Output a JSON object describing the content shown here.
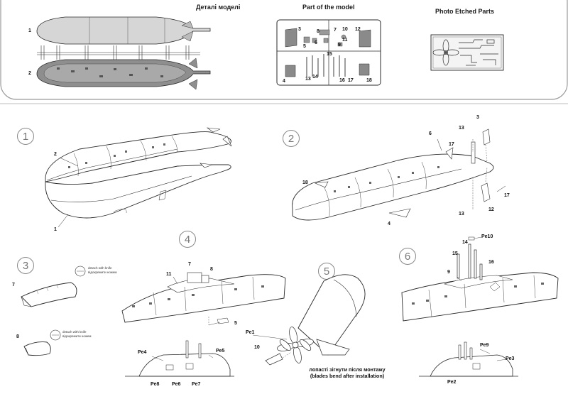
{
  "headers": {
    "parts_ua": "Деталі моделі",
    "parts_en": "Part of the model",
    "photo_etched": "Photo Etched Parts"
  },
  "steps": [
    "1",
    "2",
    "3",
    "4",
    "5",
    "6"
  ],
  "top_parts": {
    "hull_top": "1",
    "hull_bottom": "2"
  },
  "sprue_labels": [
    "3",
    "4",
    "5",
    "6",
    "7",
    "8",
    "9",
    "10",
    "11",
    "12",
    "13",
    "14",
    "15",
    "16",
    "17",
    "18"
  ],
  "step1": {
    "upper": "2",
    "lower": "1"
  },
  "step2": {
    "a": "6",
    "b": "17",
    "c": "13",
    "d": "3",
    "e": "18",
    "f": "4",
    "g": "13",
    "h": "12",
    "i": "17"
  },
  "step3": {
    "part7": "7",
    "part8": "8",
    "detach_en": "detach with knife",
    "detach_ua": "відокремити ножем"
  },
  "step4": {
    "p11": "11",
    "p7": "7",
    "p8": "8",
    "p5": "5",
    "pe4": "Pe4",
    "pe5": "Pe5",
    "pe8": "Pe8",
    "pe6": "Pe6",
    "pe7": "Pe7"
  },
  "step5": {
    "pe1": "Pe1",
    "p10": "10",
    "note_ua": "лопасті зігнути після монтажу",
    "note_en": "(blades bend after installation)"
  },
  "step6": {
    "pe10": "Pe10",
    "p14": "14",
    "p15": "15",
    "p16": "16",
    "p9": "9",
    "pe9": "Pe9",
    "pe3": "Pe3",
    "pe2": "Pe2"
  },
  "colors": {
    "line": "#2a2a2a",
    "hull_fill": "#d9d9d9",
    "dark_hull": "#8a8a8a",
    "panel_border": "#9a9a9a"
  }
}
